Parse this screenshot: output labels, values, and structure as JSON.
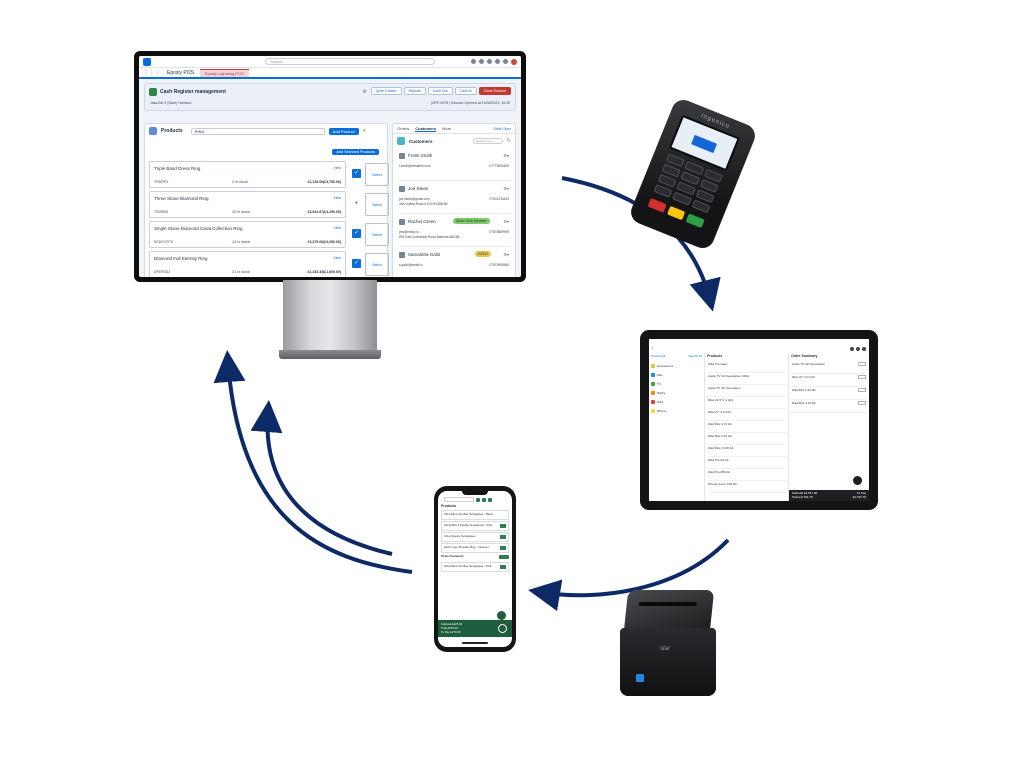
{
  "colors": {
    "arrow": "#0d2a66",
    "salesforce_blue": "#0b6dd8",
    "close_session": "#c23934",
    "phone_green": "#1e5e3c"
  },
  "monitor": {
    "search_placeholder": "Search...",
    "app_name": "Eposly POS",
    "app_tab": "Eposly Lightning POS",
    "register": {
      "title": "Cash Register management",
      "subtitle": "Jass-Bin 3 (Mani) Harrison",
      "session": "(ZRP-0978 ) Session Opened at 10/06/2023, 16:25",
      "buttons": [
        "Open Drawer",
        "Reports",
        "Cash Out",
        "Cash In",
        "Close Session"
      ]
    },
    "products": {
      "title": "Products",
      "search_value": "RING",
      "add_product": "Add Product",
      "add_selected": "Add Selected Products",
      "items": [
        {
          "name": "Triple Band Dress Ring",
          "view": "View",
          "sku": "TRDRP3",
          "stock": "2 in stock",
          "price": "£2,125.00(£3,750.00)",
          "selected": true,
          "select_label": "Select"
        },
        {
          "name": "Three Stone Diamond Ring",
          "view": "View",
          "sku": "TSDRBS",
          "stock": "20 in stock",
          "price": "£3,541.67(£4,250.00)",
          "selected": false,
          "select_label": "Select"
        },
        {
          "name": "Single Stone Diamond Carat Collection Ring",
          "view": "View",
          "sku": "SCDCCR75",
          "stock": "12 in stock",
          "price": "£3,375.00(£4,050.00)",
          "selected": true,
          "select_label": "Select"
        },
        {
          "name": "Diamond Full Eternity Ring",
          "view": "View",
          "sku": "DFERSS2",
          "stock": "21 in stock",
          "price": "£1,333.33(£1,600.00)",
          "selected": true,
          "select_label": "Select"
        }
      ]
    },
    "customers": {
      "tabs": [
        "Orders",
        "Customers",
        "More"
      ],
      "active_tab": "Customers",
      "start_shift": "Shift Over",
      "title": "Customers",
      "search_placeholder": "Search for a...",
      "items": [
        {
          "name": "Frank Smith",
          "email": "f.smith@emailme.com",
          "address": "",
          "phone": "07779890363",
          "badge": ""
        },
        {
          "name": "Joe Stean",
          "email": "joe.stean@gmail.com",
          "address": "44A Leytha Road ILE44 9GDBHW",
          "phone": "07001234449",
          "badge": ""
        },
        {
          "name": "Rachel Green",
          "email": "jms@emily.co",
          "address": "802 East Johnstone Road Bahema ABG56",
          "phone": "07878889999",
          "badge": "Silver Club Member"
        },
        {
          "name": "Samantha Gallo",
          "email": "s.gallo@email.io",
          "address": "",
          "phone": "07879995566",
          "badge": "GOLD"
        }
      ]
    }
  },
  "terminal": {
    "brand": "ingenico"
  },
  "tablet": {
    "categories_header": [
      "Product All",
      "Search All"
    ],
    "categories": [
      {
        "name": "Accessories",
        "color": "#c9d53a"
      },
      {
        "name": "Mac",
        "color": "#1e88e5"
      },
      {
        "name": "TV",
        "color": "#43a047"
      },
      {
        "name": "iPad's",
        "color": "#fb8c00"
      },
      {
        "name": "iPad",
        "color": "#e53935"
      },
      {
        "name": "iPhone",
        "color": "#fdd835"
      }
    ],
    "products_title": "Products",
    "products": [
      "iPad Pro Case",
      "Apple TV 3rd Generation 32Gb",
      "Apple TV 4K Generation",
      "iMac 21.5\" 1.3 Ghz",
      "iMac 27\" 3.4 Ghz",
      "iPad Mini 4 16 Gb",
      "iPad Mini 2 64 Gb",
      "iPad Mini 2 128 Gb",
      "iPad Pro 64 Gb",
      "iPad Pro 256 Gb",
      "iPhone Cover 128 Gb"
    ],
    "order_title": "Order Summary",
    "order_items": [
      "Apple TV 4th Generation",
      "iMac 27\" 3.4 Ghz",
      "iPad Mini 2 64 Gb",
      "iPad Mini 4 64 Gb"
    ],
    "totals": {
      "subtotal": "Subtotal  £3,657.00",
      "total": "Total  £3,792.78",
      "to_pay": "To Pay",
      "to_pay_value": "£3,792.78"
    }
  },
  "phone": {
    "products_title": "Products",
    "rows": [
      "Oliva Men's Double Sunglasses - Black",
      "Olivia Men's Double Sunglasses - Pink",
      "Olive Square Sunglasses",
      "Earth Logo Shoulder Bag - Caramel",
      "Oliva Men's Double Sunglasses - Pink"
    ],
    "summary_title": "Order Summary",
    "totals": {
      "subtotal": "Subtotal  £225.00",
      "total": "Total  £270.00",
      "to_pay": "To Pay  £270.00"
    }
  },
  "printer": {
    "brand": "star"
  }
}
